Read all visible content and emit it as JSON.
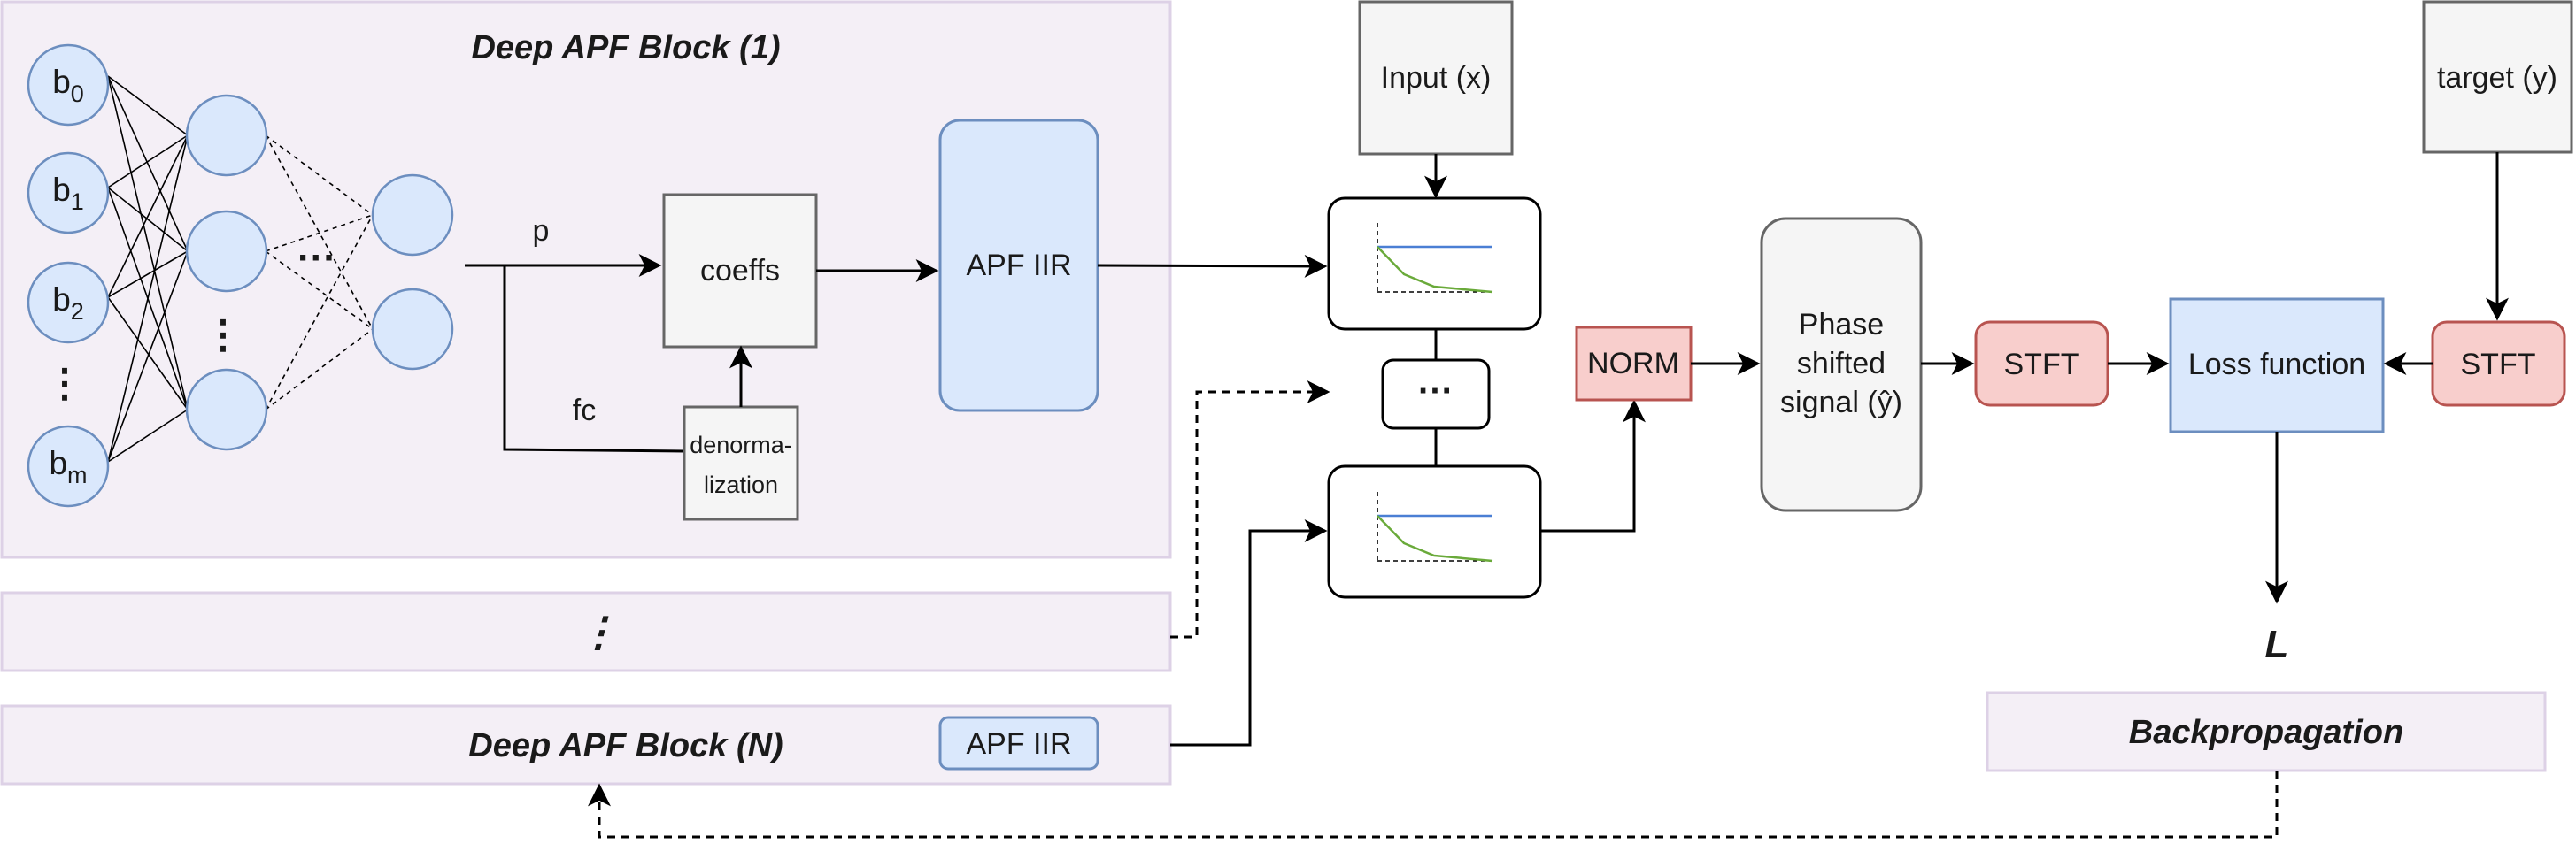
{
  "blocks": {
    "first_title": "Deep APF Block (1)",
    "middle_ellipsis": "⋮",
    "last_title": "Deep APF Block (N)",
    "last_apf_label": "APF IIR"
  },
  "network": {
    "inputs": [
      {
        "base": "b",
        "sub": "0"
      },
      {
        "base": "b",
        "sub": "1"
      },
      {
        "base": "b",
        "sub": "2"
      },
      {
        "base": "b",
        "sub": "m"
      }
    ],
    "input_ellipsis": "⋮",
    "hidden_ellipsis": "⋮",
    "layer_ellipsis": "···"
  },
  "signals": {
    "p": "p",
    "fc": "fc"
  },
  "boxes": {
    "coeffs": "coeffs",
    "denorm_line1": "denorma-",
    "denorm_line2": "lization",
    "apf_iir": "APF IIR",
    "input": "Input (x)",
    "target": "target (y)",
    "stack_ellipsis": "···",
    "norm": "NORM",
    "phase_line1": "Phase",
    "phase_line2": "shifted",
    "phase_line3": "signal (ŷ)",
    "stft_left": "STFT",
    "stft_right": "STFT",
    "loss": "Loss function",
    "loss_symbol": "L",
    "backprop": "Backpropagation"
  },
  "colors": {
    "block_fill": "#f4eff6",
    "block_stroke": "#ddd1e6",
    "node_fill": "#dae8fc",
    "node_stroke": "#6c8ebf",
    "red_fill": "#f8cecc",
    "red_stroke": "#b85450",
    "grey_fill": "#f5f5f5",
    "grey_stroke": "#666666",
    "curve_blue": "#4a7fd4",
    "curve_green": "#6aaa3a"
  }
}
